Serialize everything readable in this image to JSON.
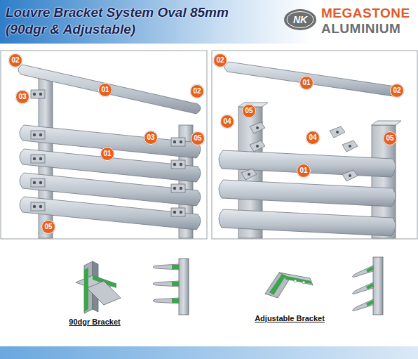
{
  "diagram": {
    "title": "Louvre Bracket System Oval 85mm (90dgr & Adjustable)",
    "labels": [
      "NK",
      "MEGASTONE",
      "ALUMINIUM",
      "02",
      "01",
      "02",
      "03",
      "03",
      "05",
      "01",
      "05",
      "02",
      "01",
      "02",
      "05",
      "04",
      "04",
      "05",
      "01",
      "90dgr Bracket",
      "Adjustable Bracket"
    ]
  }
}
